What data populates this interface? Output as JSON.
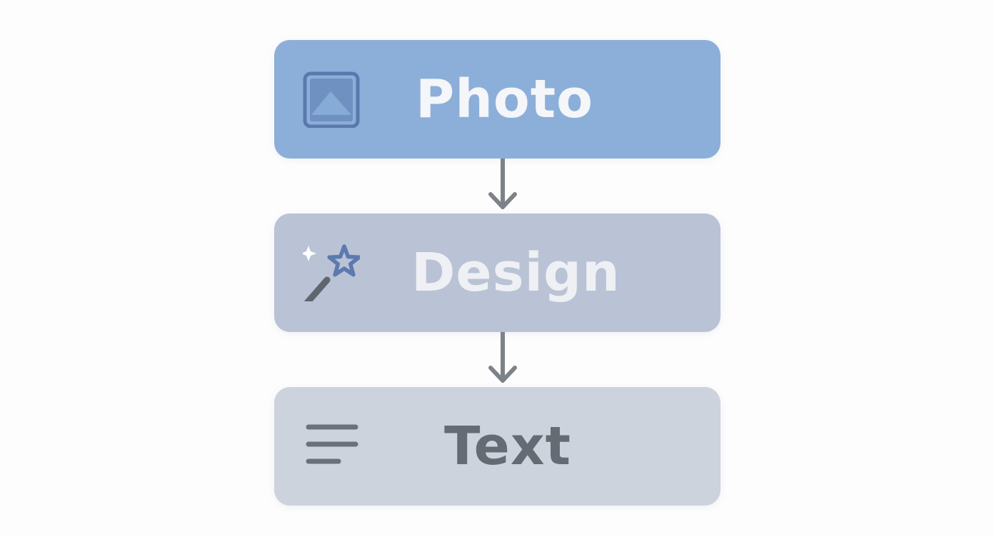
{
  "colors": {
    "background": "#fdfdfe",
    "arrow": "#7c8288"
  },
  "steps": [
    {
      "label": "Photo",
      "icon": "image-icon",
      "fill": "#8bafd9",
      "text_color": "#f4f6f9",
      "icon_color": "#5a78ad"
    },
    {
      "label": "Design",
      "icon": "magic-wand-icon",
      "fill": "#b9c3d5",
      "text_color": "#eef0f4",
      "icon_color": "#5d7aae"
    },
    {
      "label": "Text",
      "icon": "text-lines-icon",
      "fill": "#cdd3dd",
      "text_color": "#646b73",
      "icon_color": "#6a7179"
    }
  ],
  "connections": [
    {
      "from": "Photo",
      "to": "Design"
    },
    {
      "from": "Design",
      "to": "Text"
    }
  ]
}
